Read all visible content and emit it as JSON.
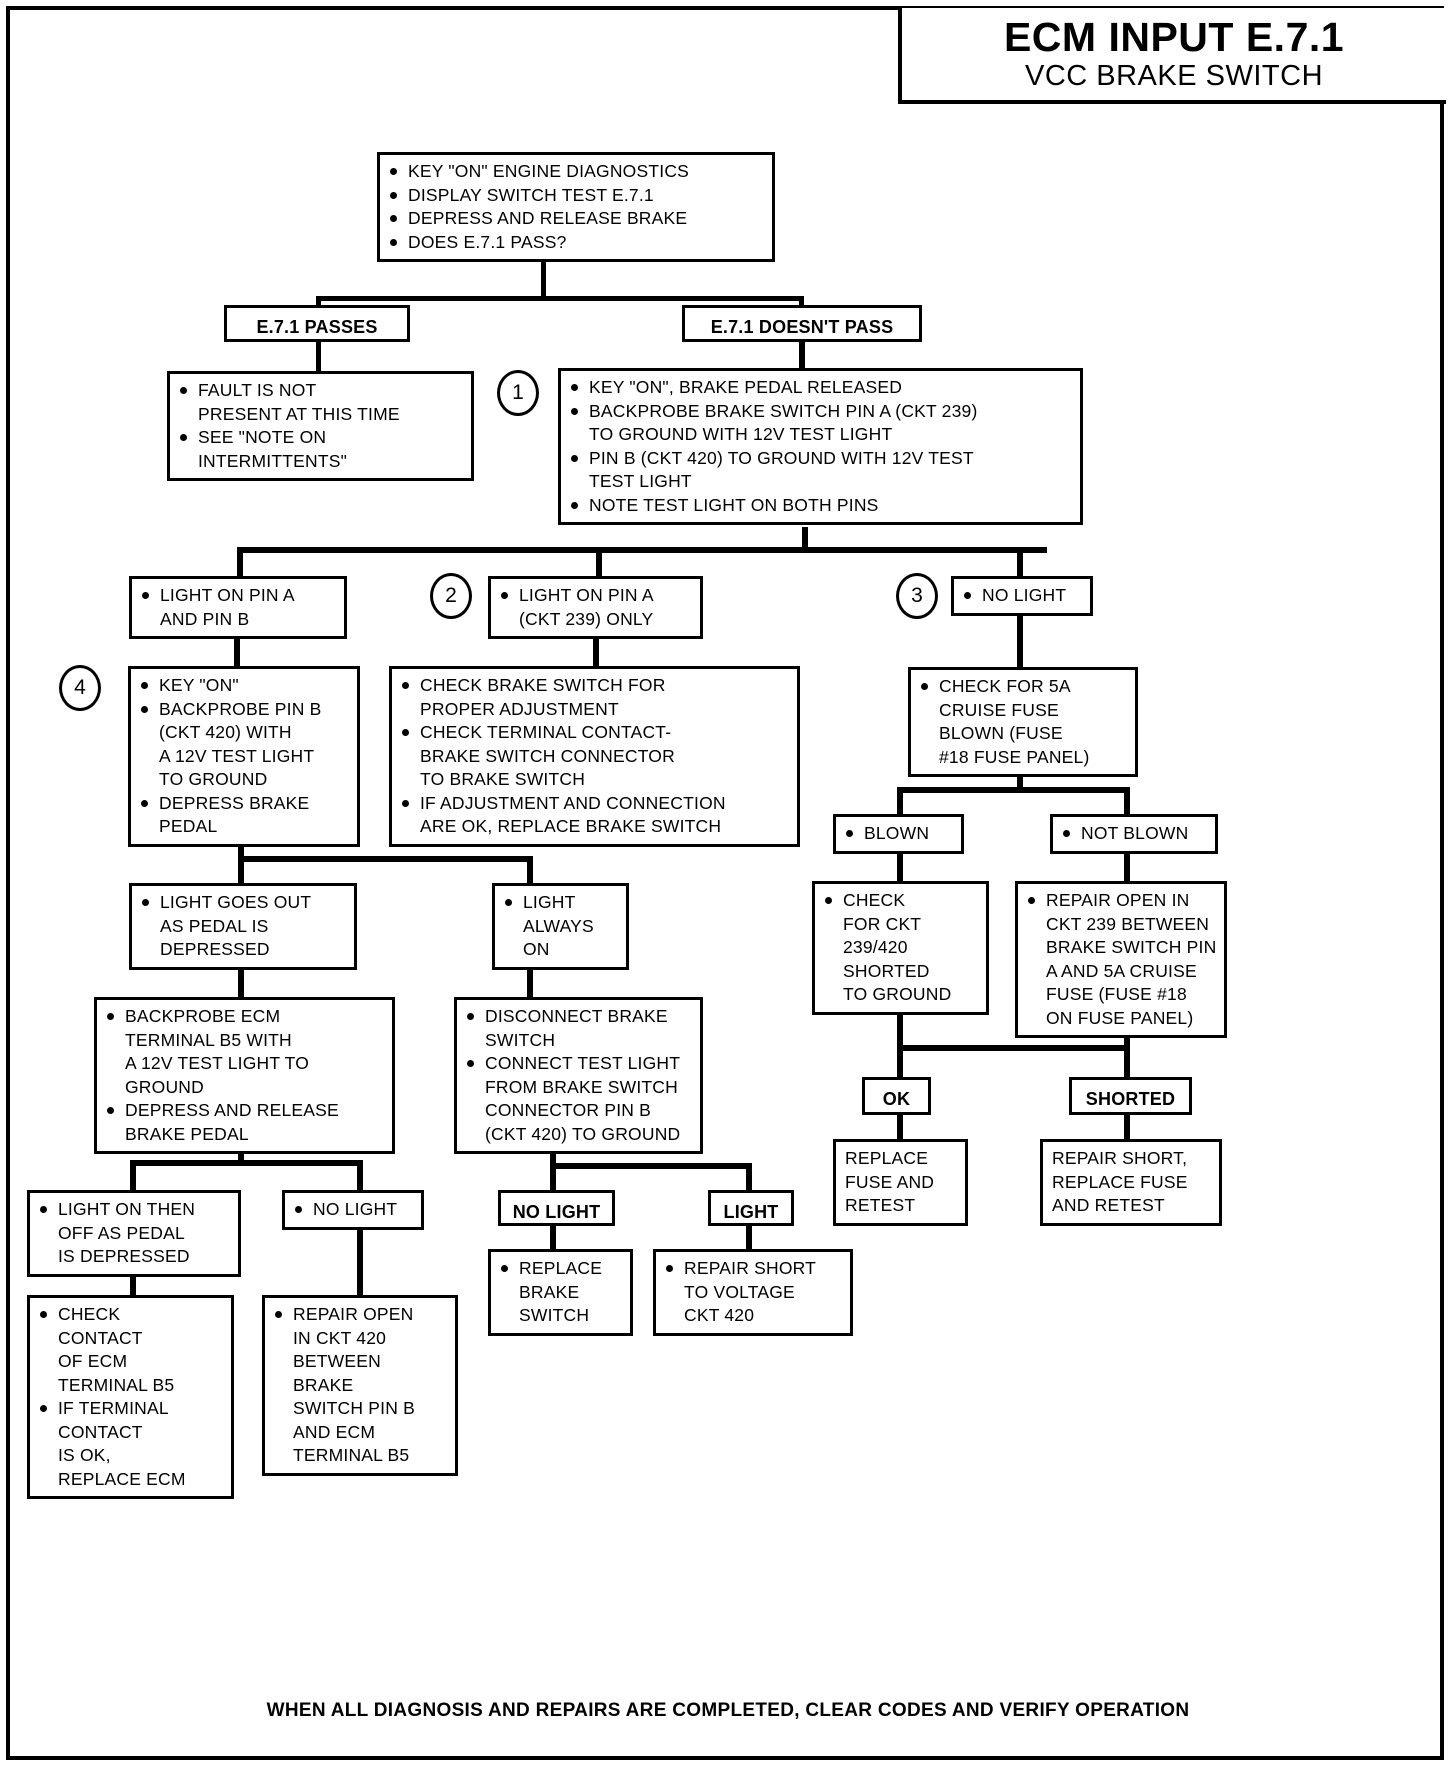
{
  "title": {
    "main": "ECM INPUT E.7.1",
    "sub": "VCC BRAKE SWITCH"
  },
  "footer": "WHEN ALL DIAGNOSIS AND REPAIRS ARE COMPLETED, CLEAR CODES AND VERIFY OPERATION",
  "markers": {
    "m1": "1",
    "m2": "2",
    "m3": "3",
    "m4": "4"
  },
  "nodes": {
    "start": {
      "items": [
        "KEY \"ON\" ENGINE DIAGNOSTICS",
        "DISPLAY SWITCH TEST E.7.1",
        "DEPRESS AND RELEASE BRAKE",
        "DOES E.7.1 PASS?"
      ]
    },
    "passes": {
      "text": "E.7.1 PASSES"
    },
    "doesnt_pass": {
      "text": "E.7.1 DOESN'T PASS"
    },
    "fault_not_present": {
      "items": [
        "FAULT IS NOT\nPRESENT AT THIS TIME",
        "SEE \"NOTE ON\nINTERMITTENTS\""
      ]
    },
    "step1": {
      "items": [
        "KEY \"ON\", BRAKE PEDAL RELEASED",
        "BACKPROBE BRAKE SWITCH PIN A (CKT 239)\nTO GROUND WITH 12V TEST LIGHT",
        "PIN B (CKT 420) TO GROUND WITH 12V TEST\nTEST LIGHT",
        "NOTE TEST LIGHT ON BOTH PINS"
      ]
    },
    "light_a_and_b": {
      "items": [
        "LIGHT ON PIN A\nAND PIN B"
      ]
    },
    "light_a_only": {
      "items": [
        "LIGHT ON PIN A\n(CKT 239) ONLY"
      ]
    },
    "no_light_3": {
      "items": [
        "NO LIGHT"
      ]
    },
    "step4": {
      "items": [
        "KEY \"ON\"",
        "BACKPROBE PIN B\n(CKT 420) WITH\nA 12V TEST LIGHT\nTO GROUND",
        "DEPRESS BRAKE\nPEDAL"
      ]
    },
    "check_brake_switch": {
      "items": [
        "CHECK BRAKE SWITCH FOR\nPROPER ADJUSTMENT",
        "CHECK TERMINAL CONTACT-\nBRAKE SWITCH CONNECTOR\nTO BRAKE SWITCH",
        "IF ADJUSTMENT AND CONNECTION\nARE OK, REPLACE BRAKE SWITCH"
      ]
    },
    "check_5a_fuse": {
      "items": [
        "CHECK FOR 5A\nCRUISE FUSE\nBLOWN (FUSE\n#18 FUSE PANEL)"
      ]
    },
    "light_goes_out": {
      "items": [
        "LIGHT GOES OUT\nAS PEDAL IS\nDEPRESSED"
      ]
    },
    "light_always_on": {
      "items": [
        "LIGHT\nALWAYS\nON"
      ]
    },
    "blown": {
      "items": [
        "BLOWN"
      ]
    },
    "not_blown": {
      "items": [
        "NOT BLOWN"
      ]
    },
    "backprobe_b5": {
      "items": [
        "BACKPROBE ECM\nTERMINAL B5 WITH\nA 12V TEST LIGHT TO\nGROUND",
        "DEPRESS AND RELEASE\nBRAKE PEDAL"
      ]
    },
    "disconnect_switch": {
      "items": [
        "DISCONNECT BRAKE\nSWITCH",
        "CONNECT TEST LIGHT\nFROM BRAKE SWITCH\nCONNECTOR PIN B\n(CKT 420) TO GROUND"
      ]
    },
    "check_shorted": {
      "items": [
        "CHECK\nFOR CKT\n239/420\nSHORTED\nTO GROUND"
      ]
    },
    "repair_open_239": {
      "items": [
        "REPAIR OPEN IN\nCKT 239 BETWEEN\nBRAKE SWITCH PIN\nA AND 5A CRUISE\nFUSE (FUSE #18\nON FUSE PANEL)"
      ]
    },
    "light_on_then_off": {
      "items": [
        "LIGHT ON THEN\nOFF AS PEDAL\nIS DEPRESSED"
      ]
    },
    "no_light_b5": {
      "items": [
        "NO LIGHT"
      ]
    },
    "no_light_420": {
      "text": "NO LIGHT"
    },
    "light_420": {
      "text": "LIGHT"
    },
    "ok": {
      "text": "OK"
    },
    "shorted": {
      "text": "SHORTED"
    },
    "check_contact_b5": {
      "items": [
        "CHECK\nCONTACT\nOF ECM\nTERMINAL B5",
        "IF TERMINAL\nCONTACT\nIS OK,\nREPLACE ECM"
      ]
    },
    "repair_open_420": {
      "items": [
        "REPAIR OPEN\nIN CKT 420\nBETWEEN\nBRAKE\nSWITCH PIN B\nAND ECM\nTERMINAL B5"
      ]
    },
    "replace_brake_switch": {
      "items": [
        "REPLACE\nBRAKE\nSWITCH"
      ]
    },
    "repair_short_voltage": {
      "items": [
        "REPAIR SHORT\nTO VOLTAGE\nCKT 420"
      ]
    },
    "replace_fuse_retest": {
      "text": "REPLACE\nFUSE AND\nRETEST"
    },
    "repair_short_retest": {
      "text": "REPAIR SHORT,\nREPLACE FUSE\nAND RETEST"
    }
  }
}
